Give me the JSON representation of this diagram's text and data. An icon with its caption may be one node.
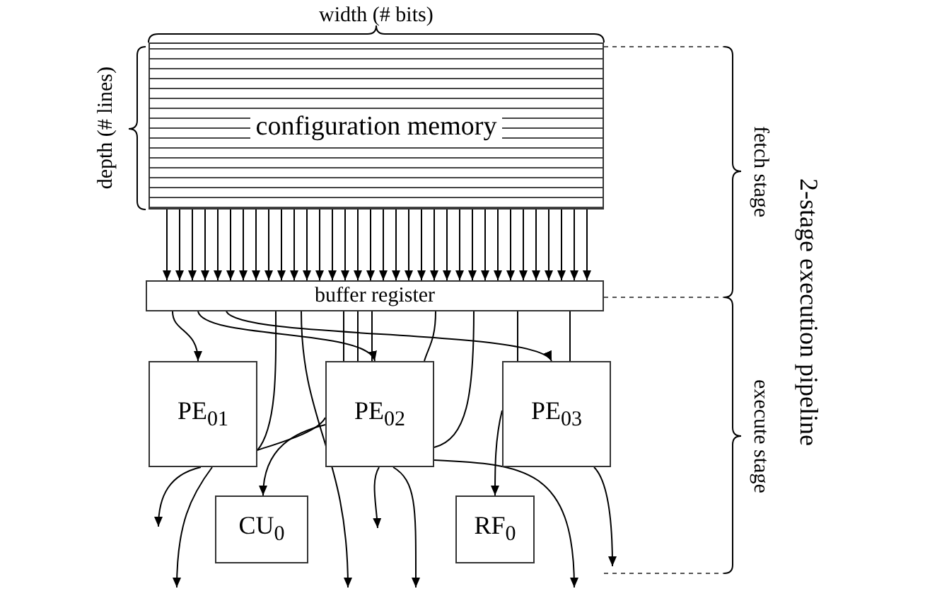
{
  "diagram": {
    "nodes": [
      {
        "text": [
          "configuration memory"
        ]
      },
      {
        "text": [
          "buffer register"
        ]
      },
      {
        "text": [
          "PE$_{01}$"
        ]
      },
      {
        "text": [
          "PE$_{02}$"
        ]
      },
      {
        "text": [
          "PE$_{03}$"
        ]
      },
      {
        "text": [
          "CU$_{0}$"
        ]
      },
      {
        "text": [
          "RF$_{0}$"
        ]
      }
    ],
    "edges": [
      {
        "from": 0,
        "to": 1,
        "arrow": "to"
      },
      {
        "from": 0,
        "to": 1,
        "arrow": "to"
      },
      {
        "from": 0,
        "to": 1,
        "arrow": "to"
      },
      {
        "from": 0,
        "to": 1,
        "arrow": "to"
      },
      {
        "from": 0,
        "to": 1,
        "arrow": "to"
      },
      {
        "from": 0,
        "to": 1,
        "arrow": "to"
      },
      {
        "from": 0,
        "to": 1,
        "arrow": "to"
      },
      {
        "from": 0,
        "to": 1,
        "arrow": "to"
      },
      {
        "from": 0,
        "to": 1,
        "arrow": "to"
      },
      {
        "from": 0,
        "to": 1,
        "arrow": "to"
      },
      {
        "from": 0,
        "to": 1,
        "arrow": "to"
      },
      {
        "from": 0,
        "to": 1,
        "arrow": "to"
      },
      {
        "from": 0,
        "to": 1,
        "arrow": "to"
      },
      {
        "from": 0,
        "to": 1,
        "arrow": "to"
      },
      {
        "from": 0,
        "to": 1,
        "arrow": "to"
      },
      {
        "from": 0,
        "to": 1,
        "arrow": "to"
      },
      {
        "from": 0,
        "to": 1,
        "arrow": "to"
      },
      {
        "from": 0,
        "to": 1,
        "arrow": "to"
      },
      {
        "from": 0,
        "to": 1,
        "arrow": "to"
      },
      {
        "from": 0,
        "to": 1,
        "arrow": "to"
      },
      {
        "from": 0,
        "to": 1,
        "arrow": "to"
      },
      {
        "from": 0,
        "to": 1,
        "arrow": "to"
      },
      {
        "from": 0,
        "to": 1,
        "arrow": "to"
      },
      {
        "from": 0,
        "to": 1,
        "arrow": "to"
      },
      {
        "from": 0,
        "to": 1,
        "arrow": "to"
      },
      {
        "from": 0,
        "to": 1,
        "arrow": "to"
      },
      {
        "from": 0,
        "to": 1,
        "arrow": "to"
      },
      {
        "from": 0,
        "to": 1,
        "arrow": "to"
      },
      {
        "from": 0,
        "to": 1,
        "arrow": "to"
      },
      {
        "from": 0,
        "to": 1,
        "arrow": "to"
      },
      {
        "from": 0,
        "to": 1,
        "arrow": "to"
      },
      {
        "from": 0,
        "to": 1,
        "arrow": "to"
      },
      {
        "from": 0,
        "to": 1,
        "arrow": "to"
      },
      {
        "from": 0,
        "to": 1,
        "arrow": "to"
      },
      {
        "from": 1,
        "to": 2,
        "arrow": "to"
      },
      {
        "from": 1,
        "to": 3,
        "arrow": "to"
      },
      {
        "from": 1,
        "to": 4,
        "arrow": "to"
      },
      {
        "from": 1,
        "to": 2,
        "arrow": "none"
      },
      {
        "from": 1,
        "to": null,
        "arrow": "to"
      },
      {
        "from": 1,
        "to": 3,
        "arrow": "none"
      },
      {
        "from": 1,
        "to": 3,
        "arrow": "none"
      },
      {
        "from": 1,
        "to": 3,
        "arrow": "none"
      },
      {
        "from": 1,
        "to": 3,
        "arrow": "none"
      },
      {
        "from": 1,
        "to": 3,
        "arrow": "none"
      },
      {
        "from": 1,
        "to": 4,
        "arrow": "none"
      },
      {
        "from": 1,
        "to": 4,
        "arrow": "none"
      },
      {
        "from": 2,
        "to": null,
        "arrow": "to"
      },
      {
        "from": 2,
        "to": null,
        "arrow": "to"
      },
      {
        "from": 2,
        "to": 3,
        "arrow": "none"
      },
      {
        "from": 3,
        "to": 5,
        "arrow": "to"
      },
      {
        "from": 3,
        "to": null,
        "arrow": "to"
      },
      {
        "from": 3,
        "to": null,
        "arrow": "to"
      },
      {
        "from": 3,
        "to": null,
        "arrow": "to"
      },
      {
        "from": 4,
        "to": 6,
        "arrow": "to"
      },
      {
        "from": 4,
        "to": null,
        "arrow": "to"
      }
    ],
    "labels": [
      "width (# bits)",
      "depth (# lines)",
      "fetch stage",
      "execute stage",
      "2-stage execution pipeline"
    ]
  }
}
